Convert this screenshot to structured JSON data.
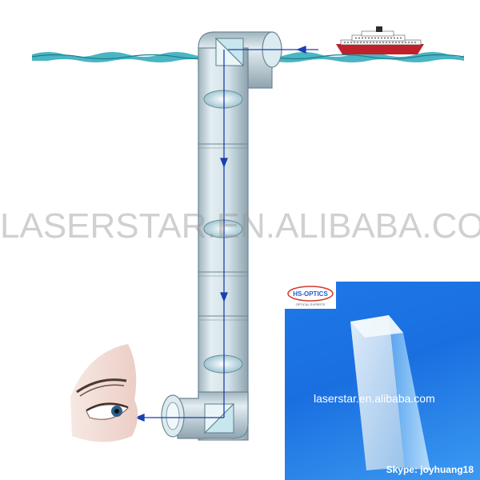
{
  "watermark": {
    "text": "LASERSTAR.EN.ALIBABA.COM"
  },
  "inset": {
    "logo_text": "HS-OPTICS",
    "logo_subtext": "OPTICAL EXPERTS",
    "url_text": "laserstar.en.alibaba.com",
    "skype_text": "Skype: joyhuang18"
  },
  "colors": {
    "water": "#2aa8b8",
    "ray": "#1b3fb0",
    "tube": "#c9dce4",
    "inset_bg": "#1e78e8",
    "ship_hull": "#c0202a"
  },
  "icons": [
    "ship-icon",
    "eye-icon",
    "prism-icon"
  ]
}
